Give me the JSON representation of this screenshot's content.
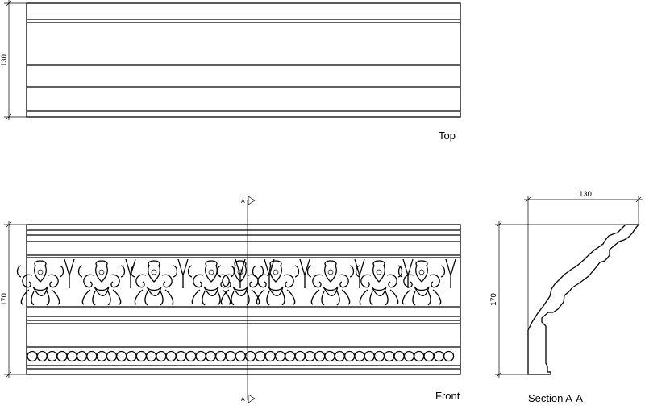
{
  "views": {
    "top": {
      "label": "Top",
      "height_dim": "130"
    },
    "front": {
      "label": "Front",
      "height_dim": "170",
      "section_marker": "A"
    },
    "section": {
      "label": "Section A-A",
      "width_dim": "130",
      "height_dim": "170"
    }
  }
}
